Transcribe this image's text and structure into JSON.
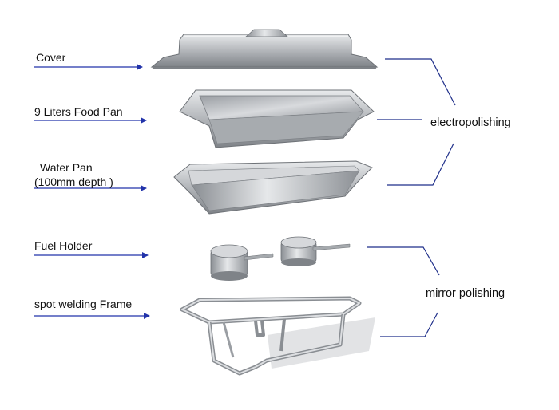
{
  "components": [
    {
      "label": "Cover"
    },
    {
      "label": "9 Liters Food Pan"
    },
    {
      "label": "Water Pan"
    },
    {
      "label": "(100mm depth )"
    },
    {
      "label": "Fuel Holder"
    },
    {
      "label": "spot welding Frame"
    }
  ],
  "finishes": [
    {
      "label": "electropolishing"
    },
    {
      "label": "mirror polishing"
    }
  ],
  "colors": {
    "arrow": "#2233aa",
    "bracket": "#1f2f8a",
    "steel": "#b9bcc0"
  }
}
